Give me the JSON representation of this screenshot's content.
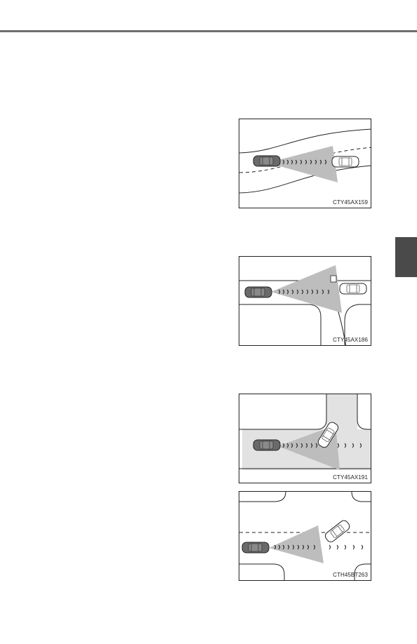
{
  "figures": [
    {
      "code": "CTY45AX159",
      "scene": "curved-road-following-vehicle"
    },
    {
      "code": "CTY45AX186",
      "scene": "intersection-turn-parked-vehicle"
    },
    {
      "code": "CTY45AX191",
      "scene": "vehicle-cutting-across-road"
    },
    {
      "code": "CTH45BT263",
      "scene": "vehicle-changing-lane-ahead"
    }
  ],
  "colors": {
    "rule": "#6e6e6e",
    "tab": "#4a4a4a",
    "beam": "#bdbdbd",
    "road_shade": "#e2e2e2",
    "own_car": "#6a6a6a"
  }
}
